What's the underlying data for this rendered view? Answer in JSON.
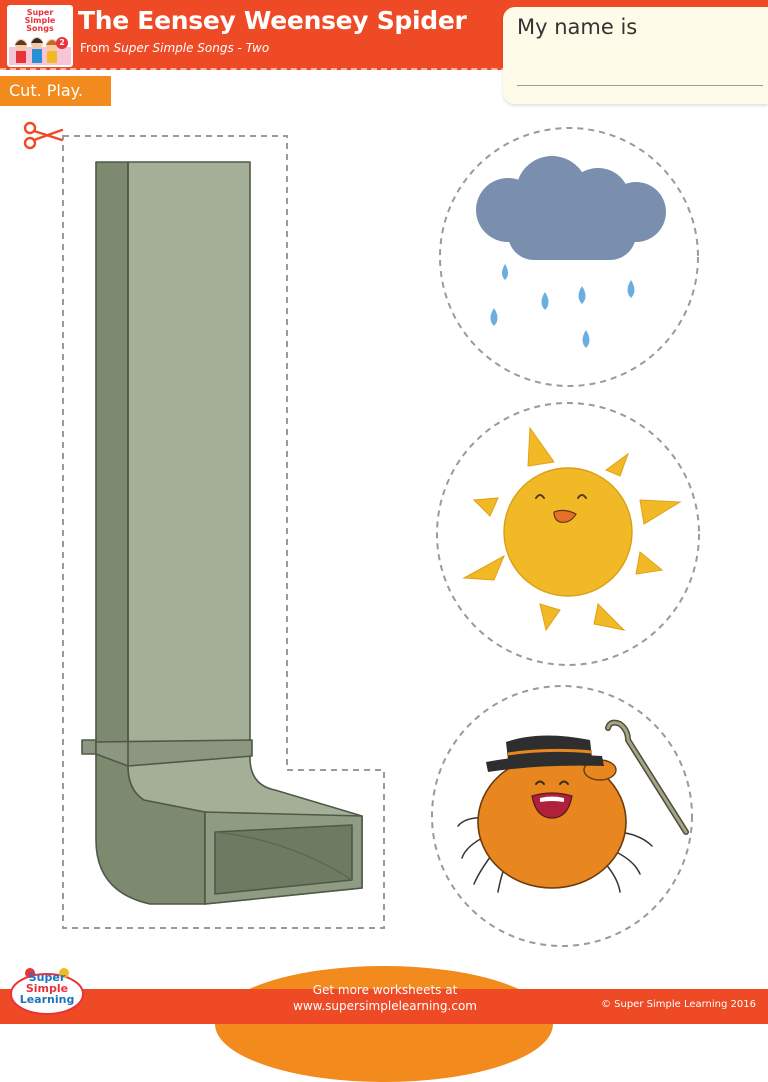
{
  "header": {
    "title": "The Eensey Weensey Spider",
    "subtitle_prefix": "From ",
    "subtitle_source": "Super Simple Songs - Two",
    "cover_title": "Super Simple Songs",
    "cover_number": "2"
  },
  "name_box": {
    "label": "My name is"
  },
  "instruction": "Cut. Play.",
  "icons": [
    "scissors-icon"
  ],
  "cutouts": [
    "drainpipe",
    "rain-cloud",
    "smiling-sun",
    "spider-with-hat-and-cane"
  ],
  "footer": {
    "logo_line1": "Super",
    "logo_line2": "Simple",
    "logo_line3": "Learning",
    "cta_line1": "Get more worksheets at",
    "cta_line2": "www.supersimplelearning.com",
    "copyright": "© Super Simple Learning 2016"
  },
  "colors": {
    "header": "#ee4a26",
    "accent": "#f38a1e",
    "pipe": "#a5af98",
    "cloud": "#7a8fae",
    "rain": "#6aaee0",
    "sun": "#f2b926",
    "spider": "#e8861f"
  }
}
